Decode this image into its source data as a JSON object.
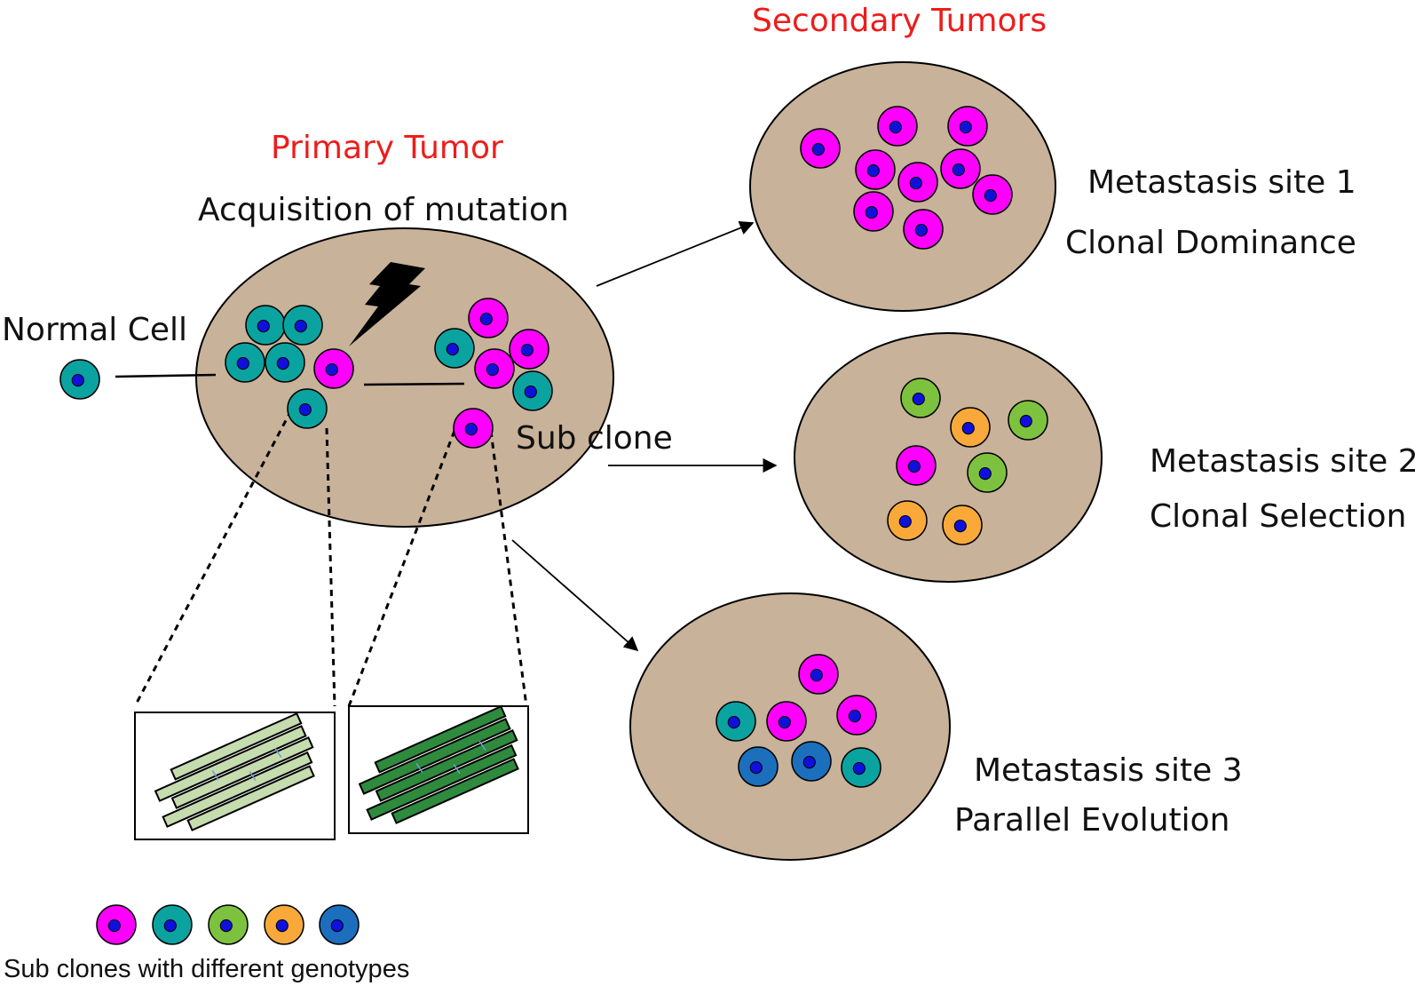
{
  "titles": {
    "primary": "Primary Tumor",
    "secondary": "Secondary Tumors"
  },
  "labels": {
    "acquisition": "Acquisition of mutation",
    "normal_cell": "Normal Cell",
    "sub_clone": "Sub clone",
    "site1_name": "Metastasis site 1",
    "site1_type": "Clonal Dominance",
    "site2_name": "Metastasis site 2",
    "site2_type": "Clonal Selection",
    "site3_name": "Metastasis site 3",
    "site3_type": "Parallel Evolution"
  },
  "legend": {
    "caption": "Sub clones with different genotypes",
    "genotypes": [
      "magenta",
      "teal",
      "green",
      "orange",
      "blue"
    ]
  },
  "colors": {
    "title_red": "#ee1c1c",
    "tumor_fill": "#c8b29a",
    "magenta": "#ff00ff",
    "teal": "#0aa3a0",
    "green": "#7dc23e",
    "orange": "#f8a93a",
    "blue": "#1b6fbd",
    "nucleus": "#1010dd",
    "light_fiber": "#c5dcae",
    "dark_fiber": "#2e8a3d"
  }
}
